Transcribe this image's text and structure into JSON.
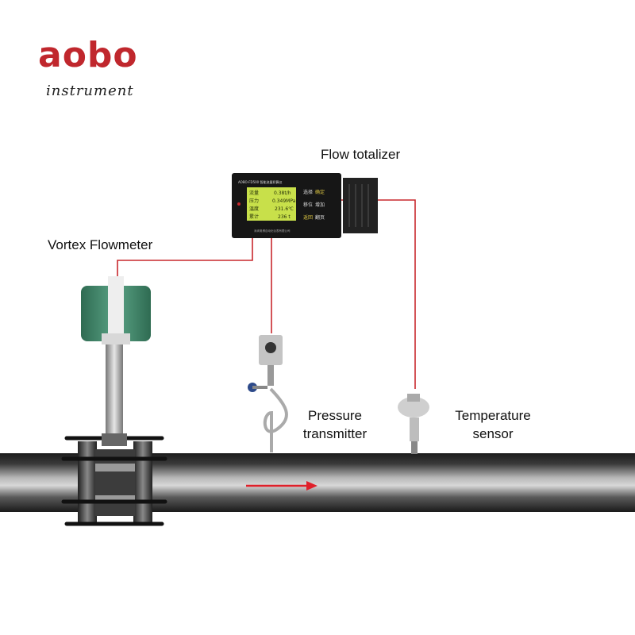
{
  "brand": {
    "name": "aobo",
    "tagline": "instrument",
    "color": "#c0272d"
  },
  "labels": {
    "flow_totalizer": "Flow totalizer",
    "vortex_flowmeter": "Vortex Flowmeter",
    "pressure_transmitter_line1": "Pressure",
    "pressure_transmitter_line2": "transmitter",
    "temperature_sensor_line1": "Temperature",
    "temperature_sensor_line2": "sensor"
  },
  "totalizer_display": {
    "header": "AOBO-FD500 智能流量积算仪",
    "rows": [
      {
        "name": "流量",
        "value": "0.38t/h"
      },
      {
        "name": "压力",
        "value": "0.349MPa"
      },
      {
        "name": "温度",
        "value": "231.6℃"
      },
      {
        "name": "累计",
        "value": "236 t"
      }
    ],
    "buttons": [
      {
        "left": "选择",
        "right": "确定"
      },
      {
        "left": "移位",
        "right": "增加"
      },
      {
        "left": "返回",
        "right": "翻页"
      }
    ],
    "footer": "深圳奥博自动化仪表有限公司"
  },
  "colors": {
    "signal_wire": "#c8282d",
    "flow_arrow": "#e0202a",
    "lcd": "#c8e04a",
    "pipe_dark": "#2a2a2a",
    "meter_body": "#3f8a6a"
  }
}
